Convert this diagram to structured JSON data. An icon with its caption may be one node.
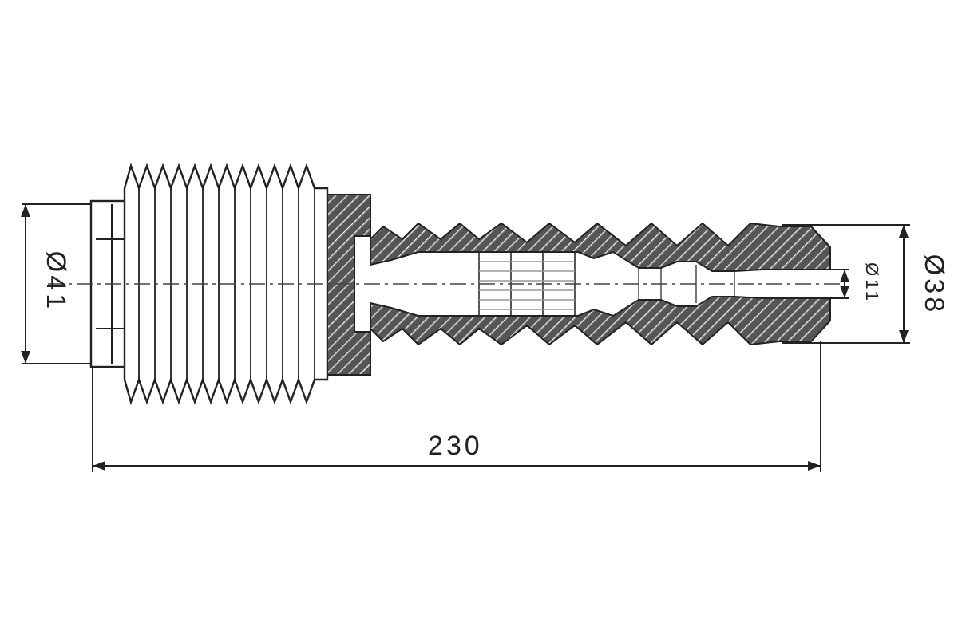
{
  "diagram": {
    "labels": [
      "Ø41",
      "Ø11",
      "Ø38",
      "230"
    ]
  }
}
